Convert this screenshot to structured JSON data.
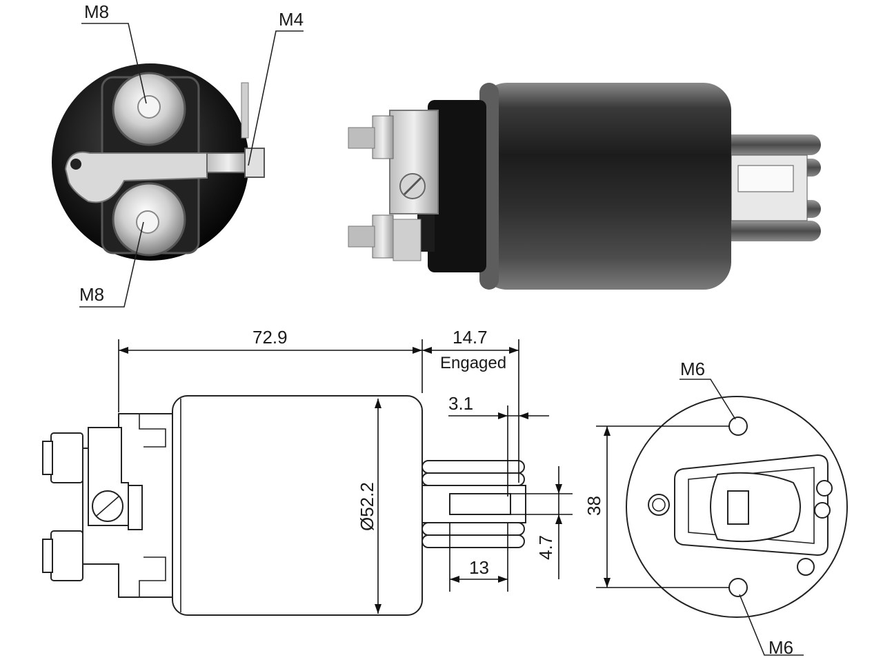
{
  "photo_end_view": {
    "label_top_terminal": "M8",
    "label_small_terminal": "M4",
    "label_bottom_terminal": "M8"
  },
  "side_drawing": {
    "overall_length": "72.9",
    "engaged_travel": "14.7",
    "engaged_note": "Engaged",
    "shoulder_gap": "3.1",
    "body_diameter": "Ø52.2",
    "plunger_length": "13",
    "slot_width": "4.7"
  },
  "end_drawing": {
    "label_top_hole": "M6",
    "label_bottom_hole": "M6",
    "hole_spacing": "38"
  }
}
